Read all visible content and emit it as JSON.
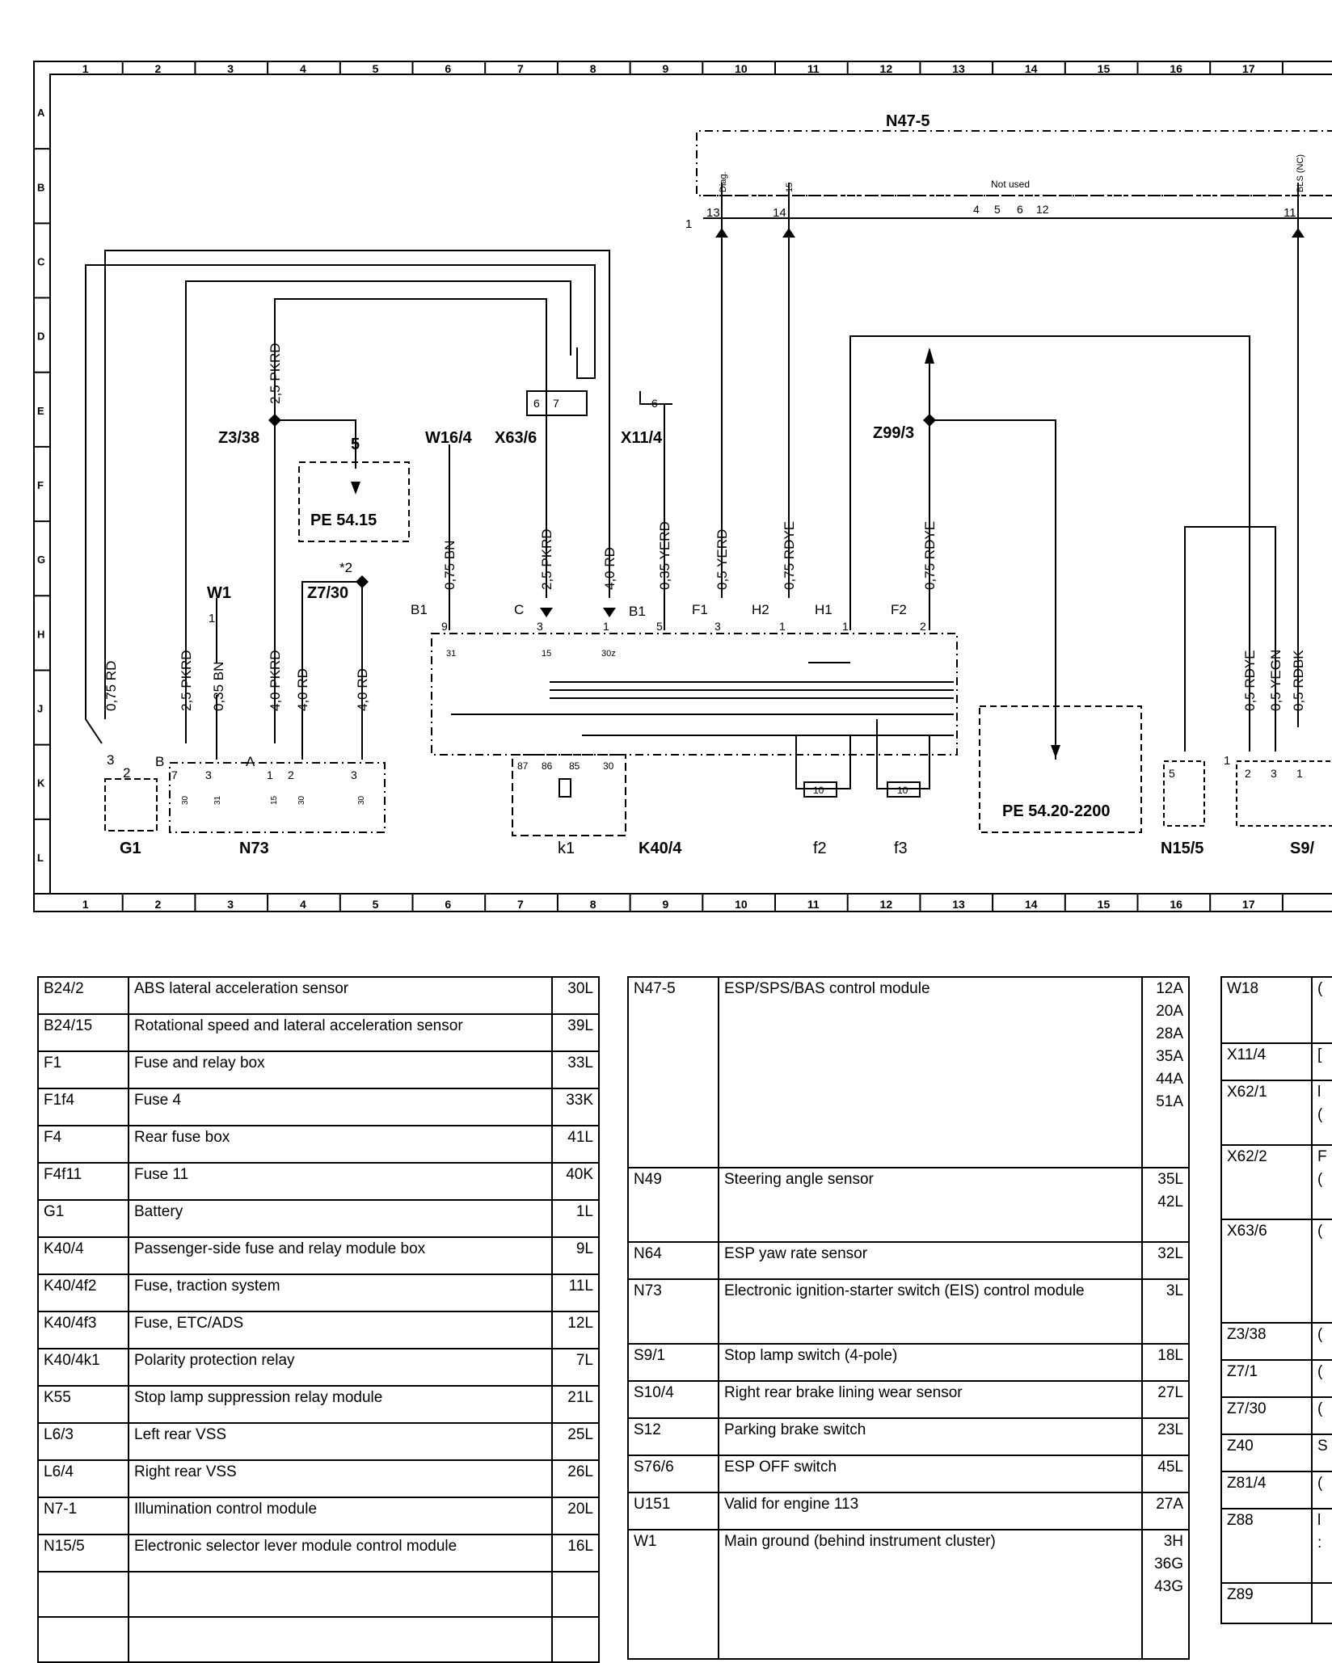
{
  "grid": {
    "columns": [
      "1",
      "2",
      "3",
      "4",
      "5",
      "6",
      "7",
      "8",
      "9",
      "10",
      "11",
      "12",
      "13",
      "14",
      "15",
      "16",
      "17"
    ],
    "rows": [
      "A",
      "B",
      "C",
      "D",
      "E",
      "F",
      "G",
      "H",
      "J",
      "K",
      "L"
    ]
  },
  "diagram": {
    "component_labels": {
      "n47": "N47-5",
      "z3": "Z3/38",
      "w16": "W16/4",
      "x63": "X63/6",
      "x11": "X11/4",
      "z99": "Z99/3",
      "z7": "Z7/30",
      "w1": "W1",
      "g1": "G1",
      "n73": "N73",
      "k1": "k1",
      "k40": "K40/4",
      "f2": "f2",
      "f3": "f3",
      "n15": "N15/5",
      "s9": "S9/"
    },
    "wire_labels": {
      "w1": "0,75 RD",
      "w2": "2,5 PKRD",
      "w3": "0,35 BN",
      "w4": "4,0 PKRD",
      "w5": "4,0 RD",
      "w6": "4,0 RD",
      "w7": "2,5 PKRD",
      "w8": "0,75 BN",
      "w9": "2,5 PKRD",
      "w10": "4,0 RD",
      "w11": "0,35 YERD",
      "w12": "0,5 YERD",
      "w13": "0,75 RDYE",
      "w14": "0,75 RDYE",
      "w15": "0,5 RDYE",
      "w16": "0,5 YEGN",
      "w17": "0,5 RDBK"
    },
    "pin_labels": {
      "p13": "13",
      "p14": "14",
      "p11": "11",
      "p4": "4",
      "p5": "5",
      "p6": "6",
      "p12": "12",
      "diag": "Diag.",
      "p15": "15",
      "bls": "BLS (NC)",
      "notused": "Not used",
      "k40_9": "9",
      "k40_3": "3",
      "k40_1": "1",
      "k40_5": "5",
      "k40_3b": "3",
      "k40_1b": "1",
      "k40_1c": "1",
      "k40_2": "2",
      "k40_b1": "B1",
      "k40_c": "C",
      "k40_b1b": "B1",
      "k40_f1": "F1",
      "k40_h2": "H2",
      "k40_h1": "H1",
      "k40_f2": "F2",
      "k40_31": "31",
      "k40_15": "15",
      "k40_30z": "30z",
      "k1_87": "87",
      "k1_86": "86",
      "k1_85": "85",
      "k1_30": "30",
      "fuse": "10",
      "fuse2": "10",
      "x63_6": "6",
      "x63_7": "7",
      "x11_6": "6",
      "n73_b": "B",
      "n73_7": "7",
      "n73_3": "3",
      "n73_a": "A",
      "n73_1": "1",
      "n73_2": "2",
      "n73_3b": "3",
      "n73_30": "30",
      "n73_31": "31",
      "n73_15": "15",
      "n73_30b": "30",
      "n73_30c": "30",
      "g1_3": "3",
      "g1_2": "2",
      "z7_star": "*2",
      "z3_5": "5",
      "one": "1",
      "n15_5": "5",
      "s9_1": "1",
      "s9_2": "2",
      "s9_3": "3",
      "s9_1b": "1",
      "n47_1": "1"
    },
    "references": {
      "pe5415": "PE 54.15",
      "pe5420": "PE 54.20-2200"
    }
  },
  "tables": {
    "left": [
      {
        "code": "B24/2",
        "desc": "ABS lateral acceleration sensor",
        "ref": "30L"
      },
      {
        "code": "B24/15",
        "desc": "Rotational speed and lateral acceleration sensor",
        "ref": "39L"
      },
      {
        "code": "F1",
        "desc": "Fuse and relay box",
        "ref": "33L"
      },
      {
        "code": "F1f4",
        "desc": "Fuse 4",
        "ref": "33K"
      },
      {
        "code": "F4",
        "desc": "Rear fuse box",
        "ref": "41L"
      },
      {
        "code": "F4f11",
        "desc": "Fuse 11",
        "ref": "40K"
      },
      {
        "code": "G1",
        "desc": "Battery",
        "ref": "1L"
      },
      {
        "code": "K40/4",
        "desc": "Passenger-side fuse and relay module box",
        "ref": "9L"
      },
      {
        "code": "K40/4f2",
        "desc": "Fuse, traction system",
        "ref": "11L"
      },
      {
        "code": "K40/4f3",
        "desc": "Fuse, ETC/ADS",
        "ref": "12L"
      },
      {
        "code": "K40/4k1",
        "desc": "Polarity protection relay",
        "ref": "7L"
      },
      {
        "code": "K55",
        "desc": "Stop lamp suppression relay module",
        "ref": "21L"
      },
      {
        "code": "L6/3",
        "desc": "Left rear VSS",
        "ref": "25L"
      },
      {
        "code": "L6/4",
        "desc": "Right rear VSS",
        "ref": "26L"
      },
      {
        "code": "N7-1",
        "desc": "Illumination control module",
        "ref": "20L"
      },
      {
        "code": "N15/5",
        "desc": "Electronic selector lever module control module",
        "ref": "16L"
      },
      {
        "code": "",
        "desc": "",
        "ref": ""
      },
      {
        "code": "",
        "desc": "",
        "ref": ""
      }
    ],
    "middle": [
      {
        "code": "N47-5",
        "desc": "ESP/SPS/BAS control module",
        "ref": "12A\n20A\n28A\n35A\n44A\n51A"
      },
      {
        "code": "N49",
        "desc": "Steering angle sensor",
        "ref": "35L\n42L"
      },
      {
        "code": "N64",
        "desc": "ESP yaw rate sensor",
        "ref": "32L"
      },
      {
        "code": "N73",
        "desc": "Electronic ignition-starter switch (EIS) control module",
        "ref": "3L"
      },
      {
        "code": "S9/1",
        "desc": "Stop lamp switch (4-pole)",
        "ref": "18L"
      },
      {
        "code": "S10/4",
        "desc": "Right rear brake lining wear sensor",
        "ref": "27L"
      },
      {
        "code": "S12",
        "desc": "Parking brake switch",
        "ref": "23L"
      },
      {
        "code": "S76/6",
        "desc": "ESP OFF switch",
        "ref": "45L"
      },
      {
        "code": "U151",
        "desc": "Valid for engine 113",
        "ref": "27A"
      },
      {
        "code": "W1",
        "desc": "Main ground (behind instrument cluster)",
        "ref": "3H\n36G\n43G"
      }
    ],
    "right": [
      {
        "code": "W18",
        "desc": "("
      },
      {
        "code": "X11/4",
        "desc": "["
      },
      {
        "code": "X62/1",
        "desc": "l\n("
      },
      {
        "code": "X62/2",
        "desc": "F\n("
      },
      {
        "code": "X63/6",
        "desc": "("
      },
      {
        "code": "Z3/38",
        "desc": "("
      },
      {
        "code": "Z7/1",
        "desc": "("
      },
      {
        "code": "Z7/30",
        "desc": "("
      },
      {
        "code": "Z40",
        "desc": "S"
      },
      {
        "code": "Z81/4",
        "desc": "("
      },
      {
        "code": "Z88",
        "desc": "l\n:"
      },
      {
        "code": "Z89",
        "desc": ""
      }
    ]
  }
}
